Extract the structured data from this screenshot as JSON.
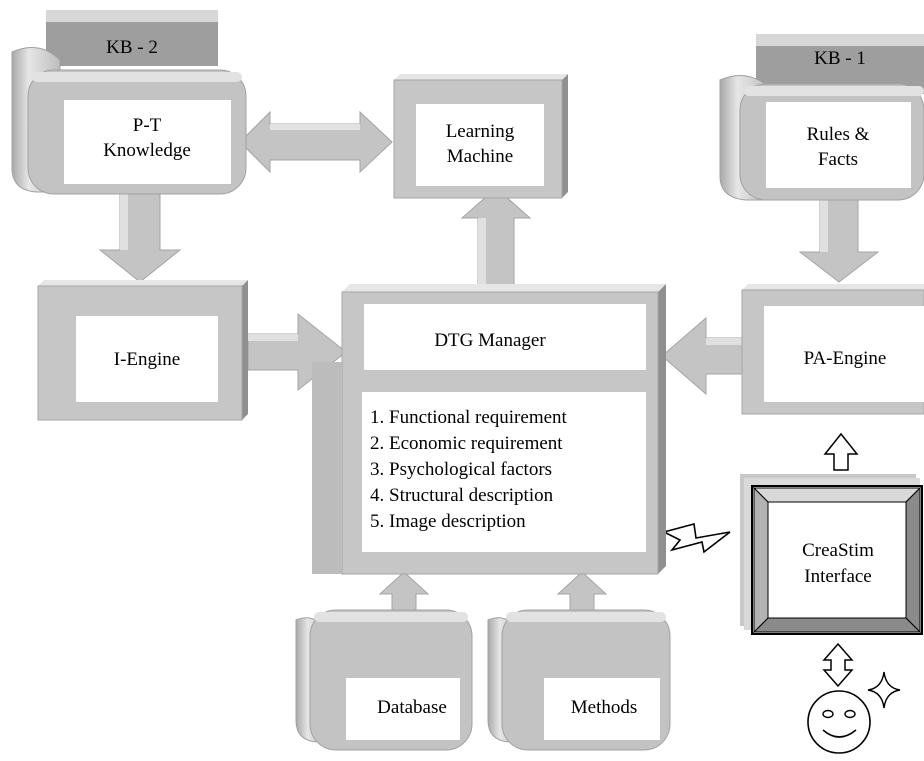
{
  "kb2": {
    "tag": "KB - 2",
    "line1": "P-T",
    "line2": "Knowledge"
  },
  "kb1": {
    "tag": "KB - 1",
    "line1": "Rules &",
    "line2": "Facts"
  },
  "learning_machine": {
    "line1": "Learning",
    "line2": "Machine"
  },
  "i_engine": {
    "label": "I-Engine"
  },
  "pa_engine": {
    "label": "PA-Engine"
  },
  "dtg_manager": {
    "title": "DTG Manager",
    "items": [
      "1. Functional requirement",
      "2. Economic requirement",
      "3. Psychological factors",
      "4. Structural description",
      "5. Image description"
    ]
  },
  "database": {
    "label": "Database"
  },
  "methods": {
    "label": "Methods"
  },
  "creastim": {
    "line1": "CreaStim",
    "line2": "Interface"
  },
  "colors": {
    "box_fill": "#c8c8c8",
    "box_highlight": "#e8e8e8",
    "box_shadow": "#8e8e8e",
    "panel_fill": "#ffffff",
    "frame_outer": "#555555",
    "frame_inner": "#bdbdbd"
  }
}
